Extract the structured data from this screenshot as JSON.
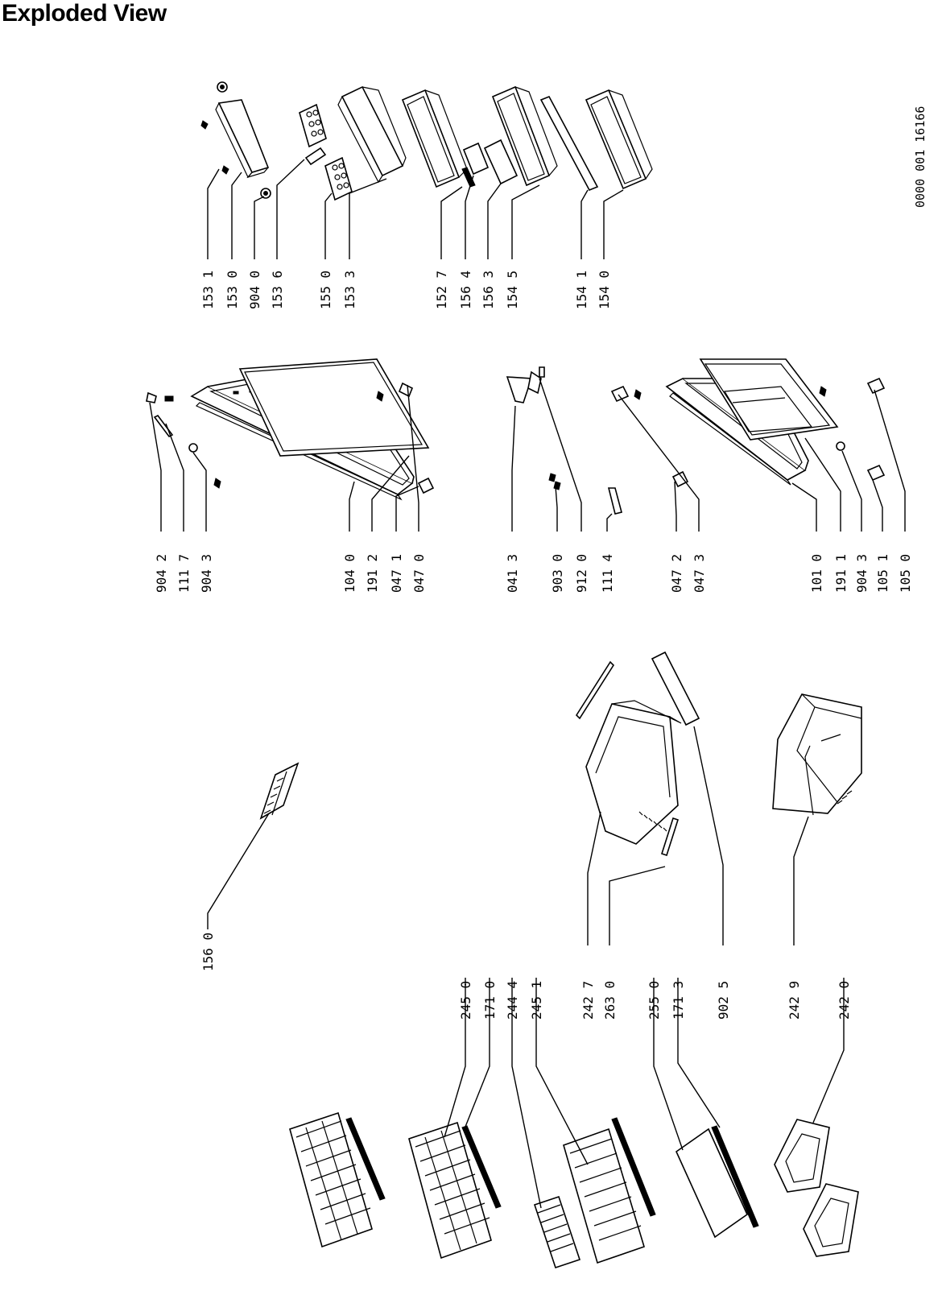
{
  "page": {
    "title": "Exploded View"
  },
  "drawing_number": "0000 001  16166",
  "groups": {
    "column_1": [
      "156 0"
    ],
    "column_2a": [
      "245 0",
      "171 0",
      "244 4",
      "245 1"
    ],
    "column_2b": [
      "242 7",
      "263 0"
    ],
    "column_2c": [
      "255 0",
      "171 3"
    ],
    "column_2d": [
      "902 5"
    ],
    "column_2e": [
      "242 9"
    ],
    "column_2f": [
      "242 0"
    ],
    "column_3a": [
      "904 2",
      "111 7",
      "904 3"
    ],
    "column_3b": [
      "104 0",
      "191 2",
      "047 1",
      "047 0"
    ],
    "column_3c": [
      "041 3",
      "903 0",
      "912 0",
      "111 4"
    ],
    "column_3d": [
      "047 2",
      "047 3"
    ],
    "column_3e": [
      "101 0",
      "191 1",
      "904 3",
      "105 1",
      "105 0"
    ],
    "column_4a": [
      "153 1",
      "153 0",
      "904 0",
      "153 6"
    ],
    "column_4b": [
      "155 0",
      "153 3"
    ],
    "column_4c": [
      "152 7",
      "156 4",
      "156 3",
      "154 5"
    ],
    "column_4d": [
      "154 1",
      "154 0"
    ]
  }
}
